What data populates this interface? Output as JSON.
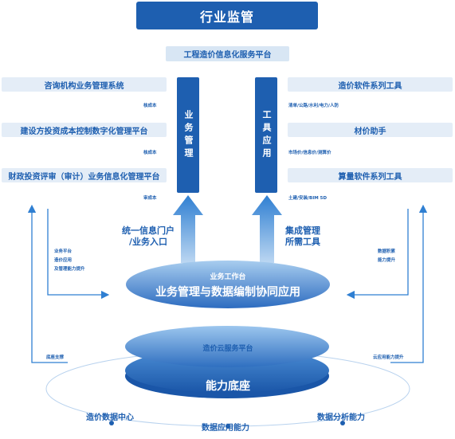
{
  "header": {
    "title": "行业监管",
    "subtitle": "工程造价信息化服务平台"
  },
  "left_panel": {
    "items": [
      {
        "title": "咨询机构业务管理系统",
        "note": "核成本"
      },
      {
        "title": "建设方投资成本控制数字化管理平台",
        "note": "核成本"
      },
      {
        "title": "财政投资评审（审计）业务信息化管理平台",
        "note": "审成本"
      }
    ],
    "bar_label": "业务管理"
  },
  "right_panel": {
    "items": [
      {
        "title": "造价软件系列工具",
        "note": "清单/公路/水利/电力/人防"
      },
      {
        "title": "材价助手",
        "note": "市场价/信息价/测算价"
      },
      {
        "title": "算量软件系列工具",
        "note": "土建/安装/BIM 5D"
      }
    ],
    "bar_label": "工具应用"
  },
  "middle": {
    "left_arrow_label_1": "统一信息门户",
    "left_arrow_label_2": "/业务入口",
    "right_arrow_label_1": "集成管理",
    "right_arrow_label_2": "所需工具"
  },
  "workbench": {
    "label": "业务工作台",
    "title": "业务管理与数据编制协同应用"
  },
  "cloud": {
    "label": "造价云服务平台",
    "title": "能力底座"
  },
  "side_notes": {
    "left_upper": [
      "业务平台",
      "造价应用",
      "及管理能力提升"
    ],
    "left_lower": "底座支撑",
    "right_upper": [
      "数据积累",
      "能力提升"
    ],
    "right_lower": "云应用能力提升"
  },
  "bottom_labels": {
    "data_center": "造价数据中心",
    "data_application": "数据应用能力",
    "data_analysis": "数据分析能力"
  },
  "colors": {
    "primary": "#1e5fb0",
    "light": "#e4edf7",
    "arrow": "#2f7fd2"
  }
}
